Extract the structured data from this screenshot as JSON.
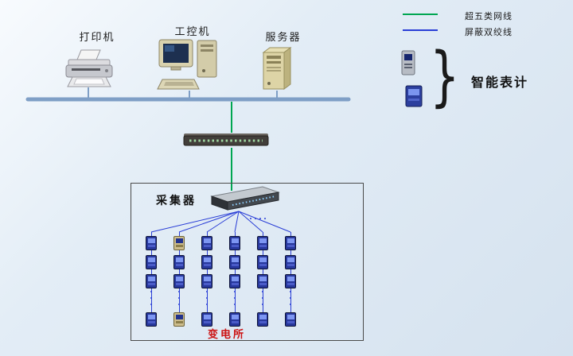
{
  "top_devices": [
    {
      "id": "printer",
      "label": "打印机"
    },
    {
      "id": "ipc",
      "label": "工控机"
    },
    {
      "id": "server",
      "label": "服务器"
    }
  ],
  "legend": {
    "items": [
      {
        "id": "cat5",
        "label": "超五类网线",
        "color": "#00a651"
      },
      {
        "id": "stp",
        "label": "屏蔽双绞线",
        "color": "#2a3ed6"
      }
    ],
    "smart_meter_label": "智能表计",
    "brace_glyph": "}"
  },
  "substation": {
    "collector_label": "采集器",
    "name_label": "变电所",
    "meter_columns": [
      {
        "meters": [
          "blue",
          "blue",
          "blue",
          "blue"
        ]
      },
      {
        "meters": [
          "tan",
          "blue",
          "blue",
          "tan"
        ]
      },
      {
        "meters": [
          "blue",
          "blue",
          "blue",
          "blue"
        ]
      },
      {
        "meters": [
          "blue",
          "blue",
          "blue",
          "blue"
        ]
      },
      {
        "meters": [
          "blue",
          "blue",
          "blue",
          "blue"
        ]
      },
      {
        "meters": [
          "blue",
          "blue",
          "blue",
          "blue"
        ]
      }
    ]
  },
  "colors": {
    "bus": "#7f9fc6",
    "cat5": "#00a651",
    "stp": "#2a3ed6",
    "substation_name": "#cc1111"
  },
  "icons": {
    "printer": "printer-icon",
    "ipc": "computer-icon",
    "server": "server-tower-icon",
    "switch": "ethernet-switch-icon",
    "collector": "collector-icon",
    "meter": "meter-icon",
    "smart_meters": [
      "smart-meter-icon-a",
      "smart-meter-icon-b"
    ],
    "brace": "right-curly-brace"
  }
}
